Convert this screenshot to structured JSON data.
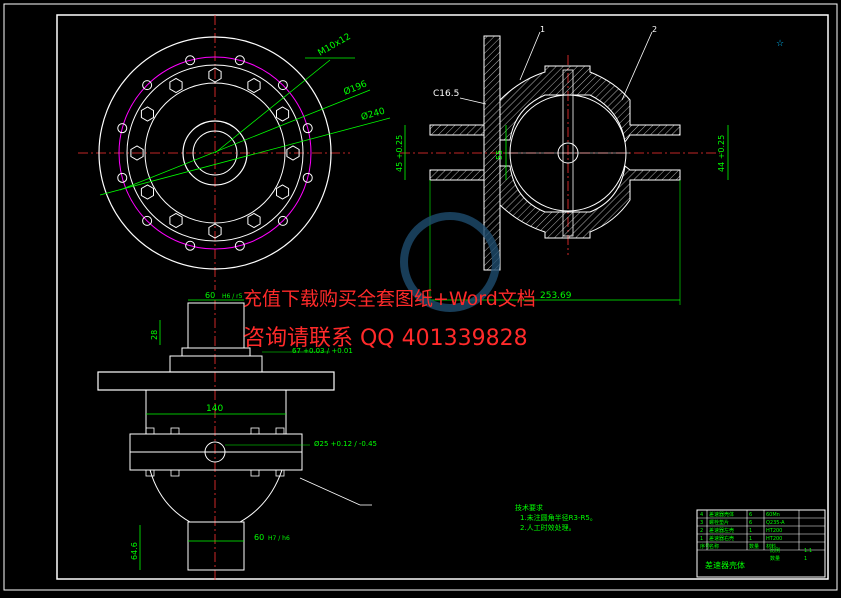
{
  "drawing": {
    "colors": {
      "bg": "#000000",
      "frame": "#ffffff",
      "dim": "#00ff00",
      "center": "#ff3333",
      "pitch": "#ff00ff",
      "hatch": "#ffffff",
      "watermark": "#ff2a2a"
    },
    "front_view": {
      "callout_thread": "M10x12",
      "callout_pcd": "Ø196",
      "callout_od": "Ø240"
    },
    "section_view": {
      "chamfer": "C16.5",
      "leader_1": "1",
      "leader_2": "2",
      "dim_bore_left": "45 +0.25",
      "dim_inner": "55",
      "dim_bore_right": "44 +0.25",
      "dim_length": "253.69"
    },
    "side_view": {
      "dim_top_width": "60",
      "dim_top_tol": "H6 / r5",
      "dim_top_height": "28",
      "dim_hub": "67 +0.03 / +0.01",
      "dim_body": "140",
      "dim_pin": "Ø25 +0.12 / -0.45",
      "dim_bottom_width": "60",
      "dim_bottom_tol": "H7 / h6",
      "dim_bottom_dia": "64.6"
    },
    "notes": {
      "heading": "技术要求",
      "line1": "1.未注圆角半径R3-R5。",
      "line2": "2.人工时效处理。"
    },
    "title_block": {
      "part_name": "差速器壳体",
      "rows": [
        [
          "4",
          "差速器壳体",
          "6",
          "60Mn"
        ],
        [
          "3",
          "螺栓垫片",
          "6",
          "Q235-A"
        ],
        [
          "2",
          "差速器左壳",
          "1",
          "HT200"
        ],
        [
          "1",
          "差速器右壳",
          "1",
          "HT200"
        ]
      ],
      "header": [
        "序号",
        "名称",
        "数量",
        "材料"
      ],
      "scale_label": "比例",
      "scale_value": "1:1",
      "sheet_label": "数量",
      "sheet_value": "1"
    },
    "corner_mark": "☆",
    "watermark": {
      "line1": "充值下载购买全套图纸+Word文档",
      "line2": "咨询请联系 QQ 401339828"
    }
  }
}
